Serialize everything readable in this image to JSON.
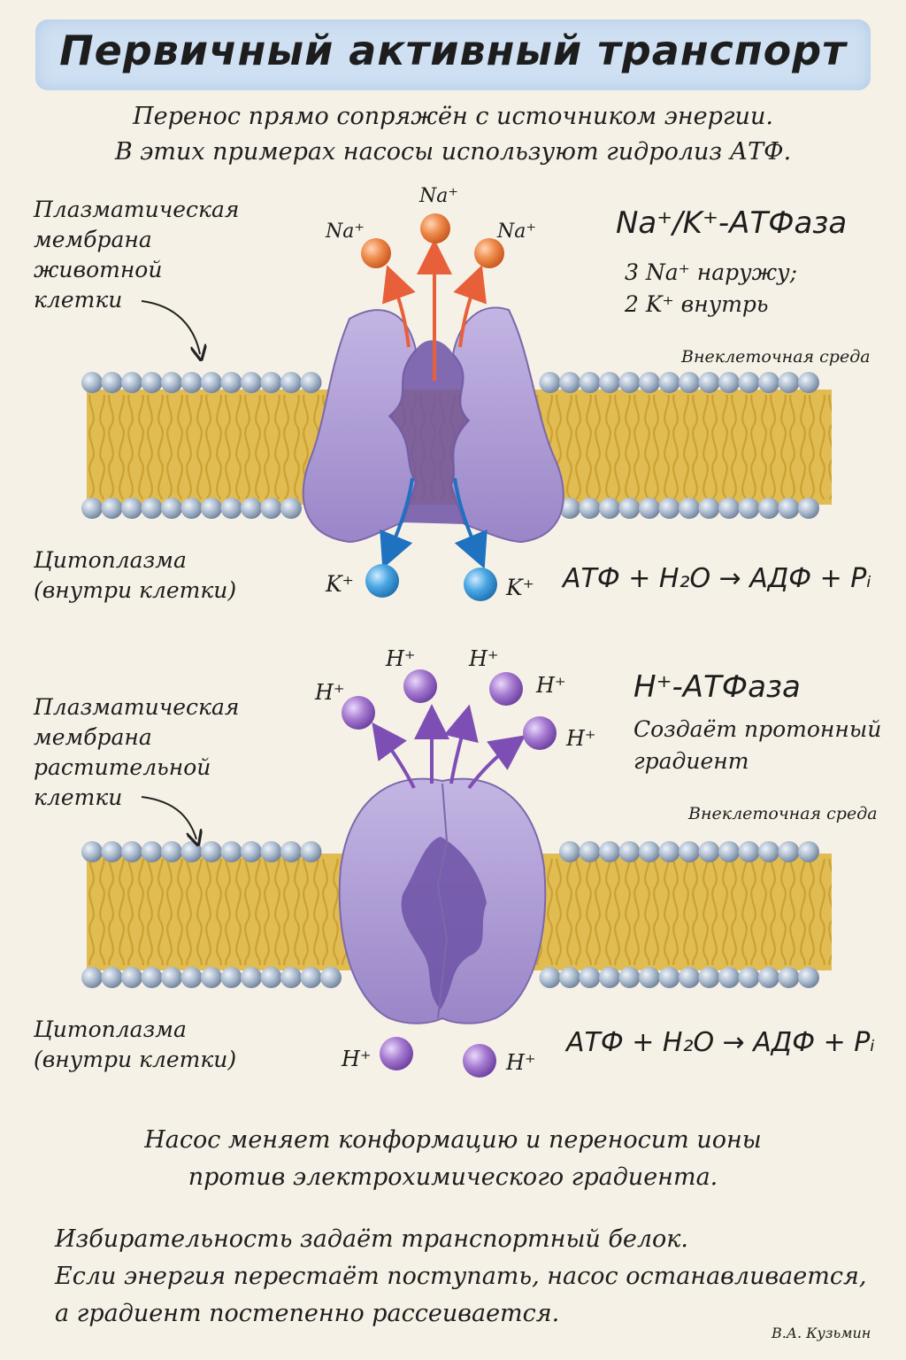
{
  "title": "Первичный активный транспорт",
  "subtitle": {
    "line1": "Перенос прямо сопряжён с источником энергии.",
    "line2": "В этих примерах насосы используют гидролиз АТФ."
  },
  "panel_top": {
    "membrane_label": [
      "Плазматическая",
      "мембрана",
      "животной",
      "клетки"
    ],
    "outside_label": "Внеклеточная среда",
    "inside_label": [
      "Цитоплазма",
      "(внутри клетки)"
    ],
    "pump_title": "Na⁺/K⁺-АТФаза",
    "pump_desc": [
      "3 Na⁺ наружу;",
      "2 K⁺ внутрь"
    ],
    "ion_out": "Na⁺",
    "ion_in": "K⁺",
    "equation": "АТФ + H₂O → АДФ + Pᵢ",
    "colors": {
      "ion_out": "#ec7a3c",
      "ion_in": "#3d9ad9",
      "pump": "#a995d0"
    }
  },
  "panel_bottom": {
    "membrane_label": [
      "Плазматическая",
      "мембрана",
      "растительной",
      "клетки"
    ],
    "outside_label": "Внеклеточная среда",
    "inside_label": [
      "Цитоплазма",
      "(внутри клетки)"
    ],
    "pump_title": "H⁺-АТФаза",
    "pump_desc": [
      "Создаёт протонный",
      "градиент"
    ],
    "ion": "H⁺",
    "equation": "АТФ + H₂O → АДФ + Pᵢ",
    "colors": {
      "ion": "#9668c4",
      "pump": "#a995d0"
    }
  },
  "footer": {
    "line1": "Насос меняет конформацию и переносит ионы",
    "line2": "против электрохимического градиента.",
    "line3": "Избирательность задаёт транспортный белок.",
    "line4": "Если энергия перестаёт поступать, насос останавливается,",
    "line5": "а градиент постепенно рассеивается."
  },
  "signature": "В.А. Кузьмин",
  "membrane_colors": {
    "head": "#a9b9cc",
    "tail": "#d9b548"
  }
}
